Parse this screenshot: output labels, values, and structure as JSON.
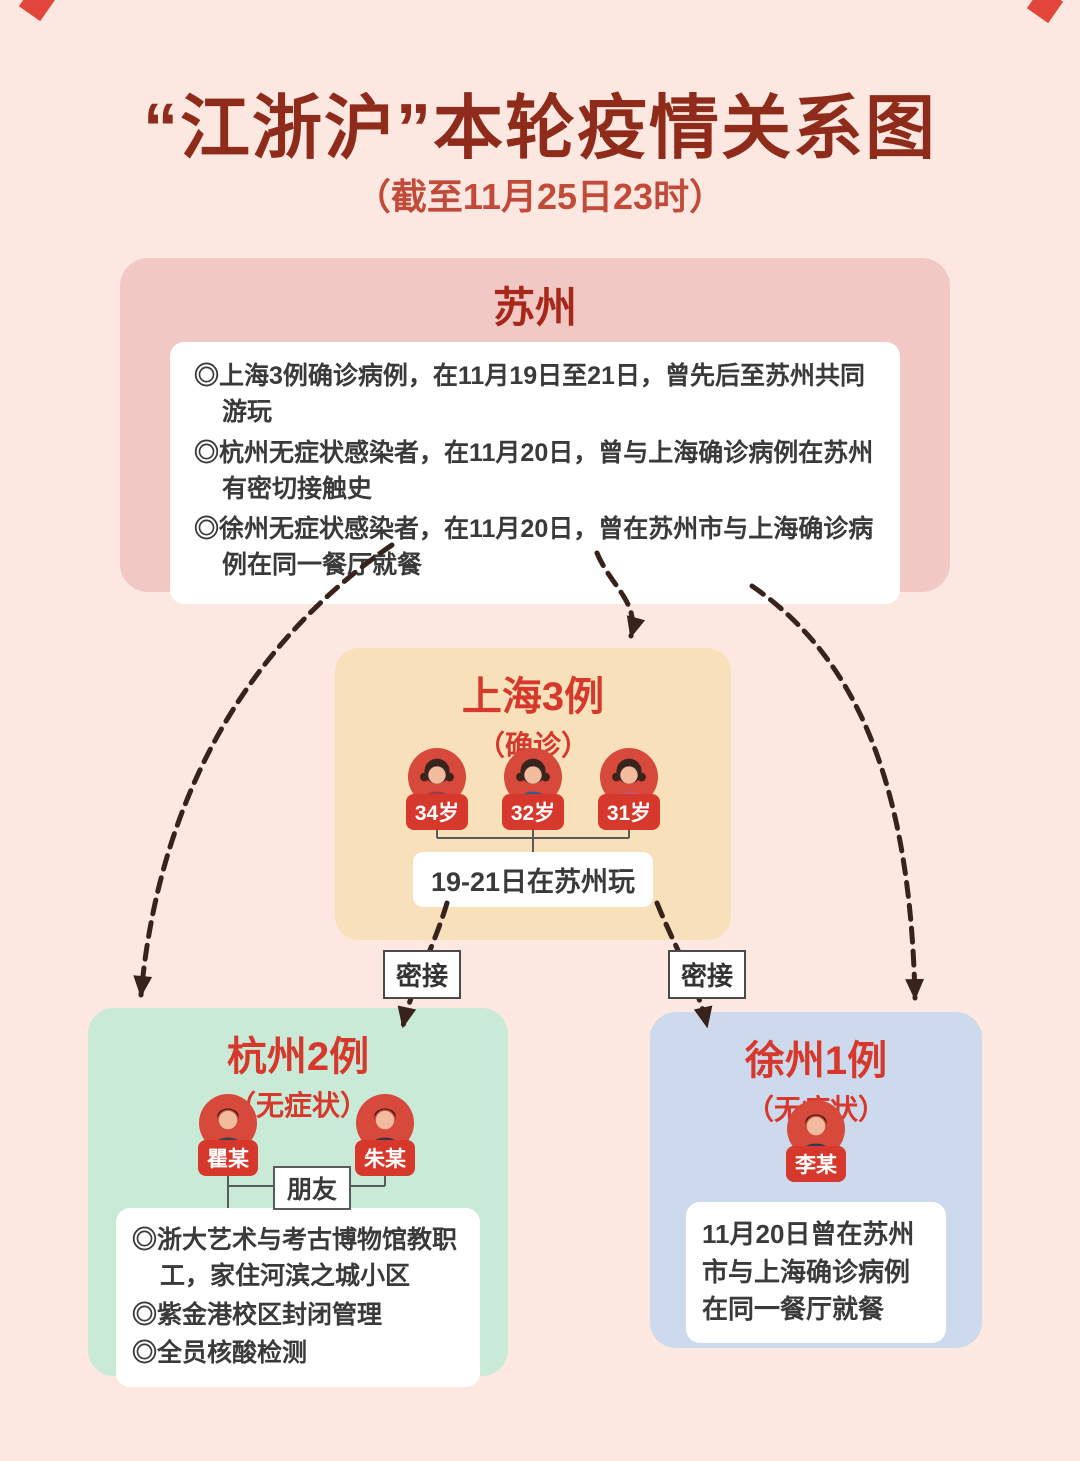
{
  "page": {
    "title": "“江浙沪”本轮疫情关系图",
    "subtitle": "（截至11月25日23时）"
  },
  "suzhou": {
    "title": "苏州",
    "bullets": [
      "◎上海3例确诊病例，在11月19日至21日，曾先后至苏州共同游玩",
      "◎杭州无症状感染者，在11月20日，曾与上海确诊病例在苏州有密切接触史",
      "◎徐州无症状感染者，在11月20日，曾在苏州市与上海确诊病例在同一餐厅就餐"
    ]
  },
  "shanghai": {
    "title": "上海3例",
    "status": "（确诊）",
    "persons": [
      {
        "label": "34岁"
      },
      {
        "label": "32岁"
      },
      {
        "label": "31岁"
      }
    ],
    "note": "19-21日在苏州玩"
  },
  "hangzhou": {
    "title": "杭州2例",
    "status": "（无症状）",
    "persons": [
      {
        "label": "瞿某"
      },
      {
        "label": "朱某"
      }
    ],
    "relation_label": "朋友",
    "bullets": [
      "◎浙大艺术与考古博物馆教职工，家住河滨之城小区",
      "◎紫金港校区封闭管理",
      "◎全员核酸检测"
    ]
  },
  "xuzhou": {
    "title": "徐州1例",
    "status": "（无症状）",
    "persons": [
      {
        "label": "李某"
      }
    ],
    "note": "11月20日曾在苏州市与上海确诊病例在同一餐厅就餐"
  },
  "connections": {
    "shanghai_to_hangzhou": "密接",
    "shanghai_to_xuzhou": "密接"
  },
  "colors": {
    "background": "#fce8e0",
    "title_text": "#8e2b1b",
    "accent_red": "#d6382c",
    "suzhou_bg": "#f2c8c5",
    "shanghai_bg": "#f8e0ba",
    "hangzhou_bg": "#c9ead7",
    "xuzhou_bg": "#cdd9ec",
    "arrow": "#38231c"
  }
}
